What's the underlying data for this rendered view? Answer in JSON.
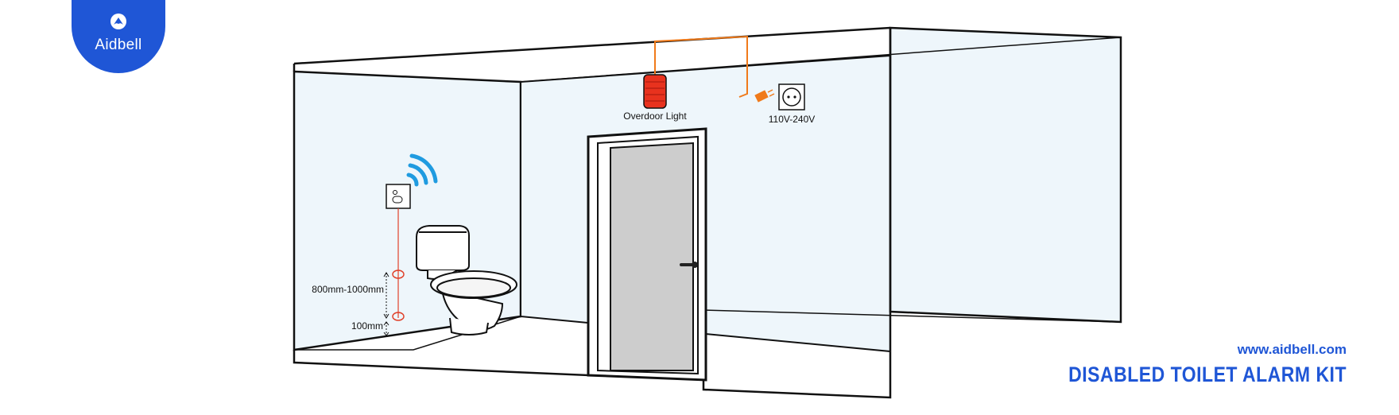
{
  "brand": {
    "name": "Aidbell",
    "logo_icon": "aidbell-logo-icon",
    "color": "#1f56d6"
  },
  "footer": {
    "website": "www.aidbell.com",
    "title": "DISABLED TOILET ALARM KIT"
  },
  "labels": {
    "overdoor_light": "Overdoor Light",
    "power_socket": "110V-240V",
    "pull_cord_height": "800mm-1000mm",
    "floor_clearance": "100mm"
  },
  "colors": {
    "wall": "#eef6fb",
    "wiring": "#f07a1a",
    "light": "#e8321e",
    "wireless_signal": "#1f9be0",
    "door": "#cdcdcd",
    "pull_cord": "#e0412a"
  },
  "icons": [
    "aidbell-logo-icon",
    "wifi-signal-icon",
    "power-plug-icon",
    "wall-socket-icon",
    "door-handle-icon",
    "toilet-icon",
    "ceiling-pull-switch-icon",
    "overdoor-light-icon"
  ]
}
